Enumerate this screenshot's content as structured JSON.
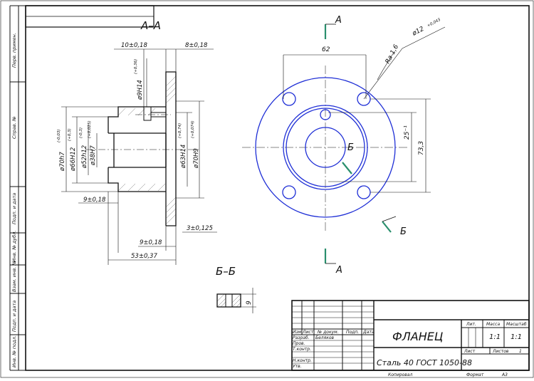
{
  "sections": {
    "aa": "А–А",
    "bb": "Б–Б",
    "a_marker": "А",
    "b_marker": "Б"
  },
  "dimensions": {
    "d_10": "10±0,18",
    "d_8": "8±0,18",
    "d_9h14": "ø9H14",
    "d_9h14_tol": "(+0,36)",
    "d_70h7": "ø70h7",
    "d_70h7_tol": "(-0,03)",
    "d_66h12": "ø66H12",
    "d_66h12_tol": "(+0,3)",
    "d_52h12": "ø52h12",
    "d_52h12_tol": "(-0,3)",
    "d_38h7": "ø38H7",
    "d_38h7_tol": "(+0,025)",
    "d_63h14": "ø63H14",
    "d_63h14_tol": "(+0,74)",
    "d_70h9": "ø70H9",
    "d_70h9_tol": "(+0,074)",
    "d_9_left": "9±0,18",
    "d_9_bottom": "9±0,18",
    "d_3": "3±0,125",
    "d_53": "53±0,37",
    "d_62": "62",
    "d_12": "ø12",
    "d_12_tol": "+0,043",
    "d_ra": "Ra 1,6",
    "d_25": "25⁻¹",
    "d_73": "73,3",
    "d_9_bb": "9"
  },
  "title_block": {
    "part_name": "ФЛАНЕЦ",
    "material": "Сталь 40 ГОСТ 1050-88",
    "col_izm": "Изм",
    "col_list": "Лист",
    "col_doc": "№ докум.",
    "col_sign": "Подп.",
    "col_date": "Дата",
    "row_razrab": "Разраб.",
    "razrab_name": "Беляков",
    "row_prov": "Пров.",
    "row_tkontr": "Т.контр.",
    "row_nkontr": "Н.контр.",
    "row_utv": "Утв.",
    "lit": "Лит.",
    "massa": "Масса",
    "masshtab": "Масштаб",
    "massa_val": "1:1",
    "masshtab_val": "1:1",
    "list": "Лист",
    "listov": "Листов",
    "listov_val": "1",
    "kopiroval": "Копировал",
    "format": "Формат",
    "format_val": "А3"
  },
  "side_labels": {
    "perv_primen": "Перв. примен.",
    "sprav": "Справ. №",
    "podp_data_1": "Подп. и дата",
    "inv_dubl": "Инв. № дубл.",
    "vzam_inv": "Взам. инв. №",
    "podp_data_2": "Подп. и дата",
    "inv_podl": "Инв. № подл."
  }
}
